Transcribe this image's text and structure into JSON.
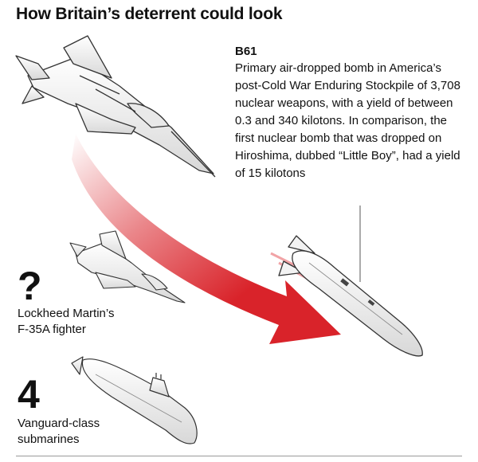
{
  "headline": "How Britain’s deterrent could look",
  "bomb": {
    "name": "B61",
    "description": "Primary air-dropped bomb in America’s post-Cold War Enduring Stockpile of 3,708 nuclear weapons, with a yield of between 0.3 and 340 kilotons. In comparison, the first nuclear bomb that was dropped on Hiroshima, dubbed “Little Boy”, had a yield of 15 kilotons"
  },
  "fighter": {
    "count": "?",
    "label_line1": "Lockheed Martin’s",
    "label_line2": "F-35A fighter"
  },
  "submarine": {
    "count": "4",
    "label_line1": "Vanguard-class",
    "label_line2": "submarines"
  },
  "colors": {
    "arrow": "#d9232a",
    "text": "#111111",
    "outline": "#333333"
  },
  "icons": [
    "f35-jet-illustration",
    "b61-bomb-illustration",
    "submarine-illustration"
  ]
}
